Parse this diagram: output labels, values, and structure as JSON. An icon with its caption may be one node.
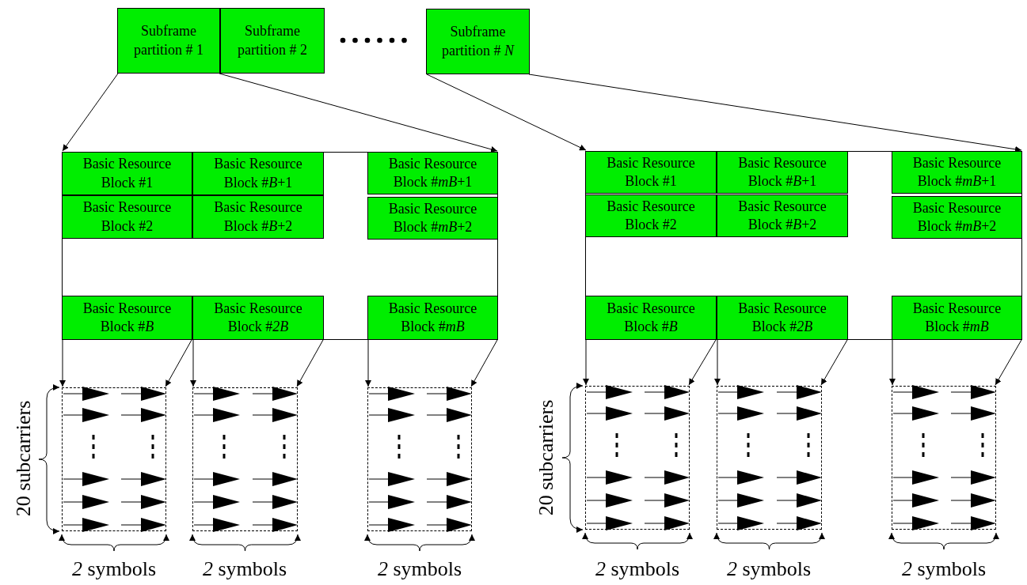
{
  "diagram": {
    "nodes": [
      {
        "text": [
          "Subframe partition # 1"
        ]
      },
      {
        "text": [
          "Subframe partition # 2"
        ]
      },
      {
        "text": [
          "Subframe partition # *N*"
        ]
      },
      {
        "text": [],
        "shape": "box"
      },
      {
        "text": [
          "Basic Resource Block #1"
        ],
        "in": 3
      },
      {
        "text": [
          "Basic Resource Block #*B*+1"
        ],
        "in": 3
      },
      {
        "text": [
          "Basic Resource Block #*mB*+1"
        ],
        "in": 3
      },
      {
        "text": [
          "Basic Resource Block #2"
        ],
        "in": 3
      },
      {
        "text": [
          "Basic Resource Block #*B*+2"
        ],
        "in": 3
      },
      {
        "text": [
          "Basic Resource Block #*mB*+2"
        ],
        "in": 3
      },
      {
        "text": [
          "Basic Resource Block #*B*"
        ],
        "in": 3
      },
      {
        "text": [
          "Basic Resource Block #*2B*"
        ],
        "in": 3
      },
      {
        "text": [
          "Basic Resource Block #*mB*"
        ],
        "in": 3
      },
      {
        "text": [],
        "shape": "box"
      },
      {
        "text": [],
        "shape": "box"
      },
      {
        "text": [],
        "shape": "box"
      },
      {
        "text": [],
        "shape": "box"
      },
      {
        "text": [
          "Basic Resource Block #1"
        ],
        "in": 16
      },
      {
        "text": [
          "Basic Resource Block #*B*+1"
        ],
        "in": 16
      },
      {
        "text": [
          "Basic Resource Block #*mB*+1"
        ],
        "in": 16
      },
      {
        "text": [
          "Basic Resource Block #2"
        ],
        "in": 16
      },
      {
        "text": [
          "Basic Resource Block #*B*+2"
        ],
        "in": 16
      },
      {
        "text": [
          "Basic Resource Block #*mB*+2"
        ],
        "in": 16
      },
      {
        "text": [
          "Basic Resource Block #*B*"
        ],
        "in": 16
      },
      {
        "text": [
          "Basic Resource Block #*2B*"
        ],
        "in": 16
      },
      {
        "text": [
          "Basic Resource Block #*mB*"
        ],
        "in": 16
      },
      {
        "text": [],
        "shape": "box"
      },
      {
        "text": [],
        "shape": "box"
      },
      {
        "text": [],
        "shape": "box"
      }
    ],
    "edges": [
      {
        "from": 0,
        "to": 3,
        "arrow": "to"
      },
      {
        "from": 0,
        "to": 3,
        "arrow": "to"
      },
      {
        "from": 2,
        "to": 16,
        "arrow": "to"
      },
      {
        "from": 2,
        "to": 16,
        "arrow": "to"
      },
      {
        "from": 10,
        "to": 13,
        "arrow": "to"
      },
      {
        "from": 10,
        "to": 13,
        "arrow": "to"
      },
      {
        "from": 11,
        "to": 14,
        "arrow": "to"
      },
      {
        "from": 11,
        "to": 14,
        "arrow": "to"
      },
      {
        "from": 12,
        "to": 15,
        "arrow": "to"
      },
      {
        "from": 12,
        "to": 15,
        "arrow": "to"
      },
      {
        "from": 23,
        "to": 26,
        "arrow": "to"
      },
      {
        "from": 23,
        "to": 26,
        "arrow": "to"
      },
      {
        "from": 24,
        "to": 27,
        "arrow": "to"
      },
      {
        "from": 24,
        "to": 27,
        "arrow": "to"
      },
      {
        "from": 25,
        "to": 28,
        "arrow": "to"
      },
      {
        "from": 25,
        "to": 28,
        "arrow": "to"
      }
    ],
    "labels": [
      "20 subcarriers",
      "*2* symbols",
      "*2* symbols",
      "*2* symbols",
      "20 subcarriers",
      "*2* symbols",
      "*2* symbols",
      "*2* symbols"
    ]
  }
}
